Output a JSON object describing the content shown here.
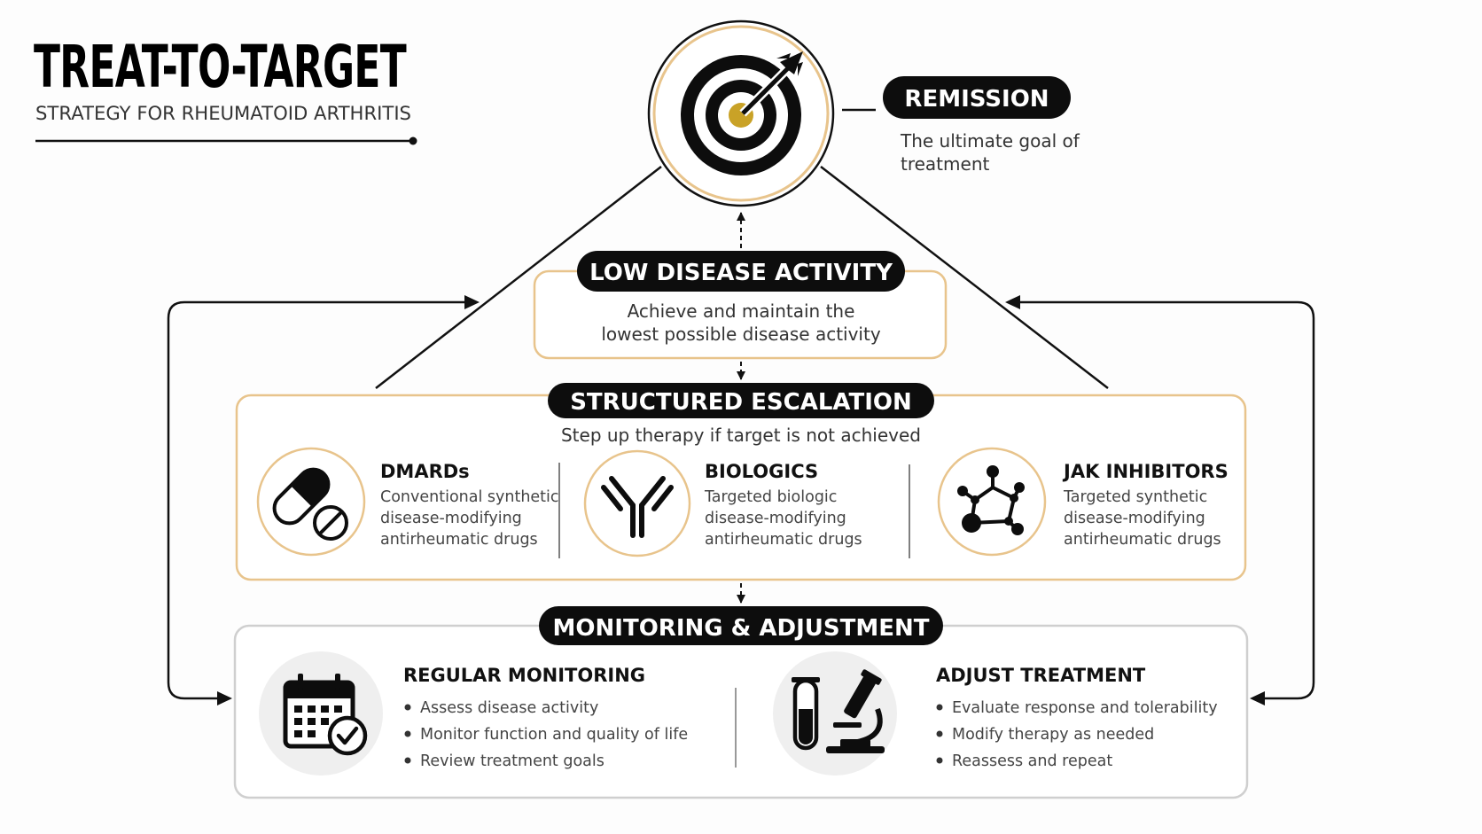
{
  "header": {
    "title": "TREAT-TO-TARGET",
    "subtitle": "STRATEGY FOR RHEUMATOID ARTHRITIS"
  },
  "colors": {
    "accent": "#e8c48c",
    "dark": "#0d0d0d",
    "gold": "#c9a227",
    "grey_border": "#cfcfcf"
  },
  "remission": {
    "label": "REMISSION",
    "desc_line1": "The ultimate goal of",
    "desc_line2": "treatment",
    "icon": "target-icon"
  },
  "low_activity": {
    "label": "LOW DISEASE ACTIVITY",
    "desc_line1": "Achieve and maintain the",
    "desc_line2": "lowest possible disease activity"
  },
  "escalation": {
    "label": "STRUCTURED ESCALATION",
    "tagline": "Step up therapy if target is not achieved",
    "items": [
      {
        "title": "DMARDs",
        "lines": [
          "Conventional synthetic",
          "disease-modifying",
          "antirheumatic drugs"
        ],
        "icon": "pill-icon"
      },
      {
        "title": "BIOLOGICS",
        "lines": [
          "Targeted biologic",
          "disease-modifying",
          "antirheumatic drugs"
        ],
        "icon": "antibody-icon"
      },
      {
        "title": "JAK INHIBITORS",
        "lines": [
          "Targeted synthetic",
          "disease-modifying",
          "antirheumatic drugs"
        ],
        "icon": "molecule-icon"
      }
    ]
  },
  "monitoring": {
    "label": "MONITORING & ADJUSTMENT",
    "regular": {
      "title": "REGULAR MONITORING",
      "bullets": [
        "Assess disease activity",
        "Monitor function and quality of life",
        "Review treatment goals"
      ],
      "icon": "calendar-check-icon"
    },
    "adjust": {
      "title": "ADJUST TREATMENT",
      "bullets": [
        "Evaluate response and tolerability",
        "Modify therapy as needed",
        "Reassess and repeat"
      ],
      "icon": "microscope-icon"
    }
  }
}
